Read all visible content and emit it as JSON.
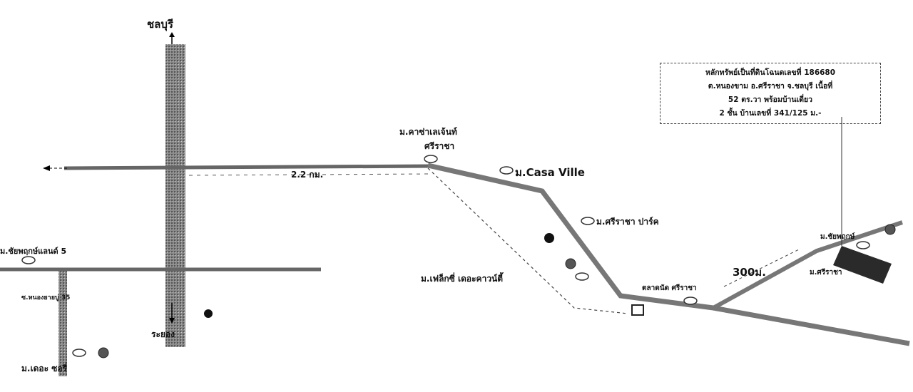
{
  "map": {
    "direction_north": "ชลบุรี",
    "direction_south": "ระยอง",
    "distance_main": "2.2 กม.",
    "distance_soi": "300ม.",
    "info_box": [
      "หลักทรัพย์เป็นที่ดินโฉนดเลขที่ 186680",
      "ต.หนองขาม อ.ศรีราชา จ.ชลบุรี เนื้อที่",
      "52 ตร.วา พร้อมบ้านเดี่ยว",
      "2 ชั้น บ้านเลขที่ 341/125 ม.-"
    ],
    "places": {
      "casa_legend": "ม.คาซ่าเลเจ้นท์",
      "casa_legend_2": "ศรีราชา",
      "casa_ville": "ม.Casa Ville",
      "sriracha_park": "ม.ศรีราชา ปาร์ค",
      "the_county": "ม.เฟล็กซี่ เดอะคาวน์ตี้",
      "market": "ตลาดนัด ศรีราชา",
      "village_right_top": "ม.ชัยพฤกษ์",
      "village_right_bottom": "ม.ศรีราชา",
      "village_left_top": "ม.ชัยพฤกษ์แลนด์ 5",
      "soi_left": "ซ.หนองยายบู่ 35",
      "village_left_bottom": "ม.เดอะ ซอรี่"
    },
    "store_icon": "7"
  }
}
